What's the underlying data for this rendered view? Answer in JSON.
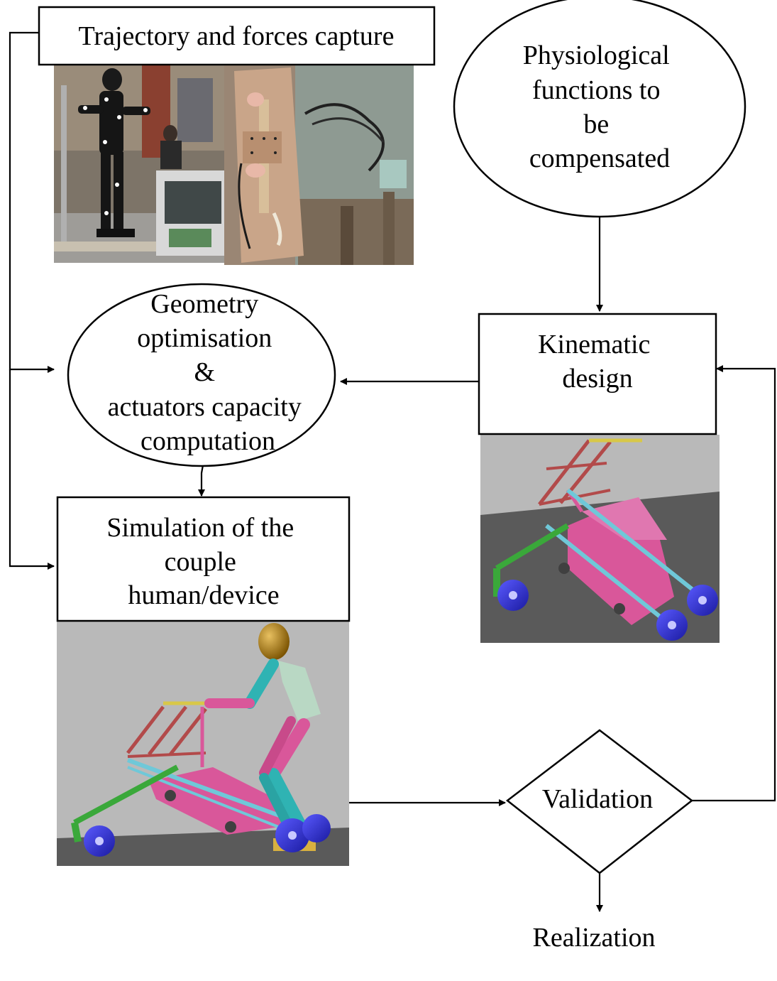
{
  "nodes": {
    "capture": {
      "label": "Trajectory and forces capture"
    },
    "physiological": {
      "lines": [
        "Physiological",
        "functions to",
        "be",
        "compensated"
      ]
    },
    "geometry": {
      "lines": [
        "Geometry",
        "optimisation",
        "&",
        "actuators capacity",
        "computation"
      ]
    },
    "kinematic": {
      "lines": [
        "Kinematic",
        "design"
      ]
    },
    "simulation": {
      "lines": [
        "Simulation of the",
        "couple",
        "human/device"
      ]
    },
    "validation": {
      "label": "Validation"
    },
    "realization": {
      "label": "Realization"
    }
  },
  "edges": [
    {
      "from": "capture",
      "to": "geometry"
    },
    {
      "from": "capture",
      "to": "simulation"
    },
    {
      "from": "physiological",
      "to": "kinematic"
    },
    {
      "from": "kinematic",
      "to": "geometry"
    },
    {
      "from": "geometry",
      "to": "simulation"
    },
    {
      "from": "simulation",
      "to": "validation"
    },
    {
      "from": "validation",
      "to": "kinematic"
    },
    {
      "from": "validation",
      "to": "realization"
    }
  ],
  "colors": {
    "line": "#000000",
    "floor_dark": "#5a5a5a",
    "sky_gray": "#b9b9b9",
    "frame_pink": "#d9579a",
    "frame_red": "#b24a4a",
    "rail_cyan": "#6fc8d8",
    "wheel_blue": "#2a2ac8",
    "leg_green": "#3aa83a",
    "head_gold": "#b8860b",
    "body_teal": "#2fb3b3",
    "torso_pale": "#b9d8c4"
  }
}
